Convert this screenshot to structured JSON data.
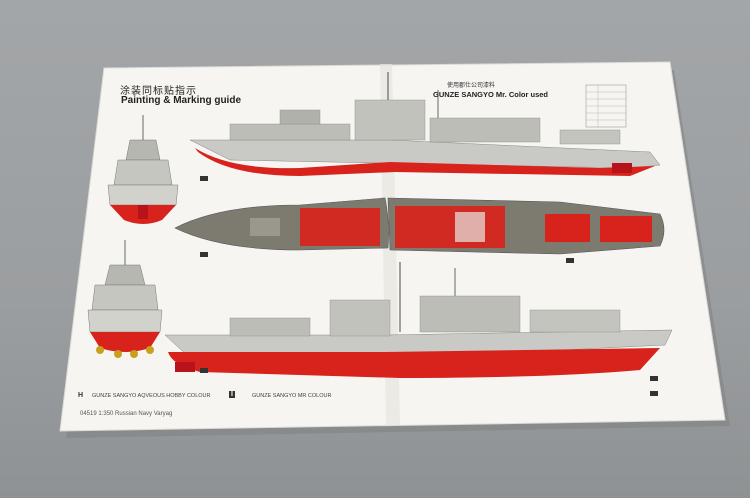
{
  "header": {
    "title_cn": "涂装同标贴指示",
    "title_en": "Painting & Marking guide",
    "paint_cn": "使用郡仕公司漆料",
    "paint_en": "GUNZE SANGYO Mr. Color used"
  },
  "footer": {
    "h_mark": "H",
    "aqueous_label": "GUNZE SANGYO AQVEOUS HOBBY COLOUR",
    "i_mark": "I",
    "mr_label": "GUNZE SANGYO MR COLOUR",
    "model": "04519 1:350 Russian Navy Varyag"
  },
  "colors": {
    "hull_red": "#d8231c",
    "hull_grey": "#c9c9c6",
    "deck_grey": "#7d7a70",
    "paper": "#f6f5f2",
    "background": "#9b9ea0"
  }
}
